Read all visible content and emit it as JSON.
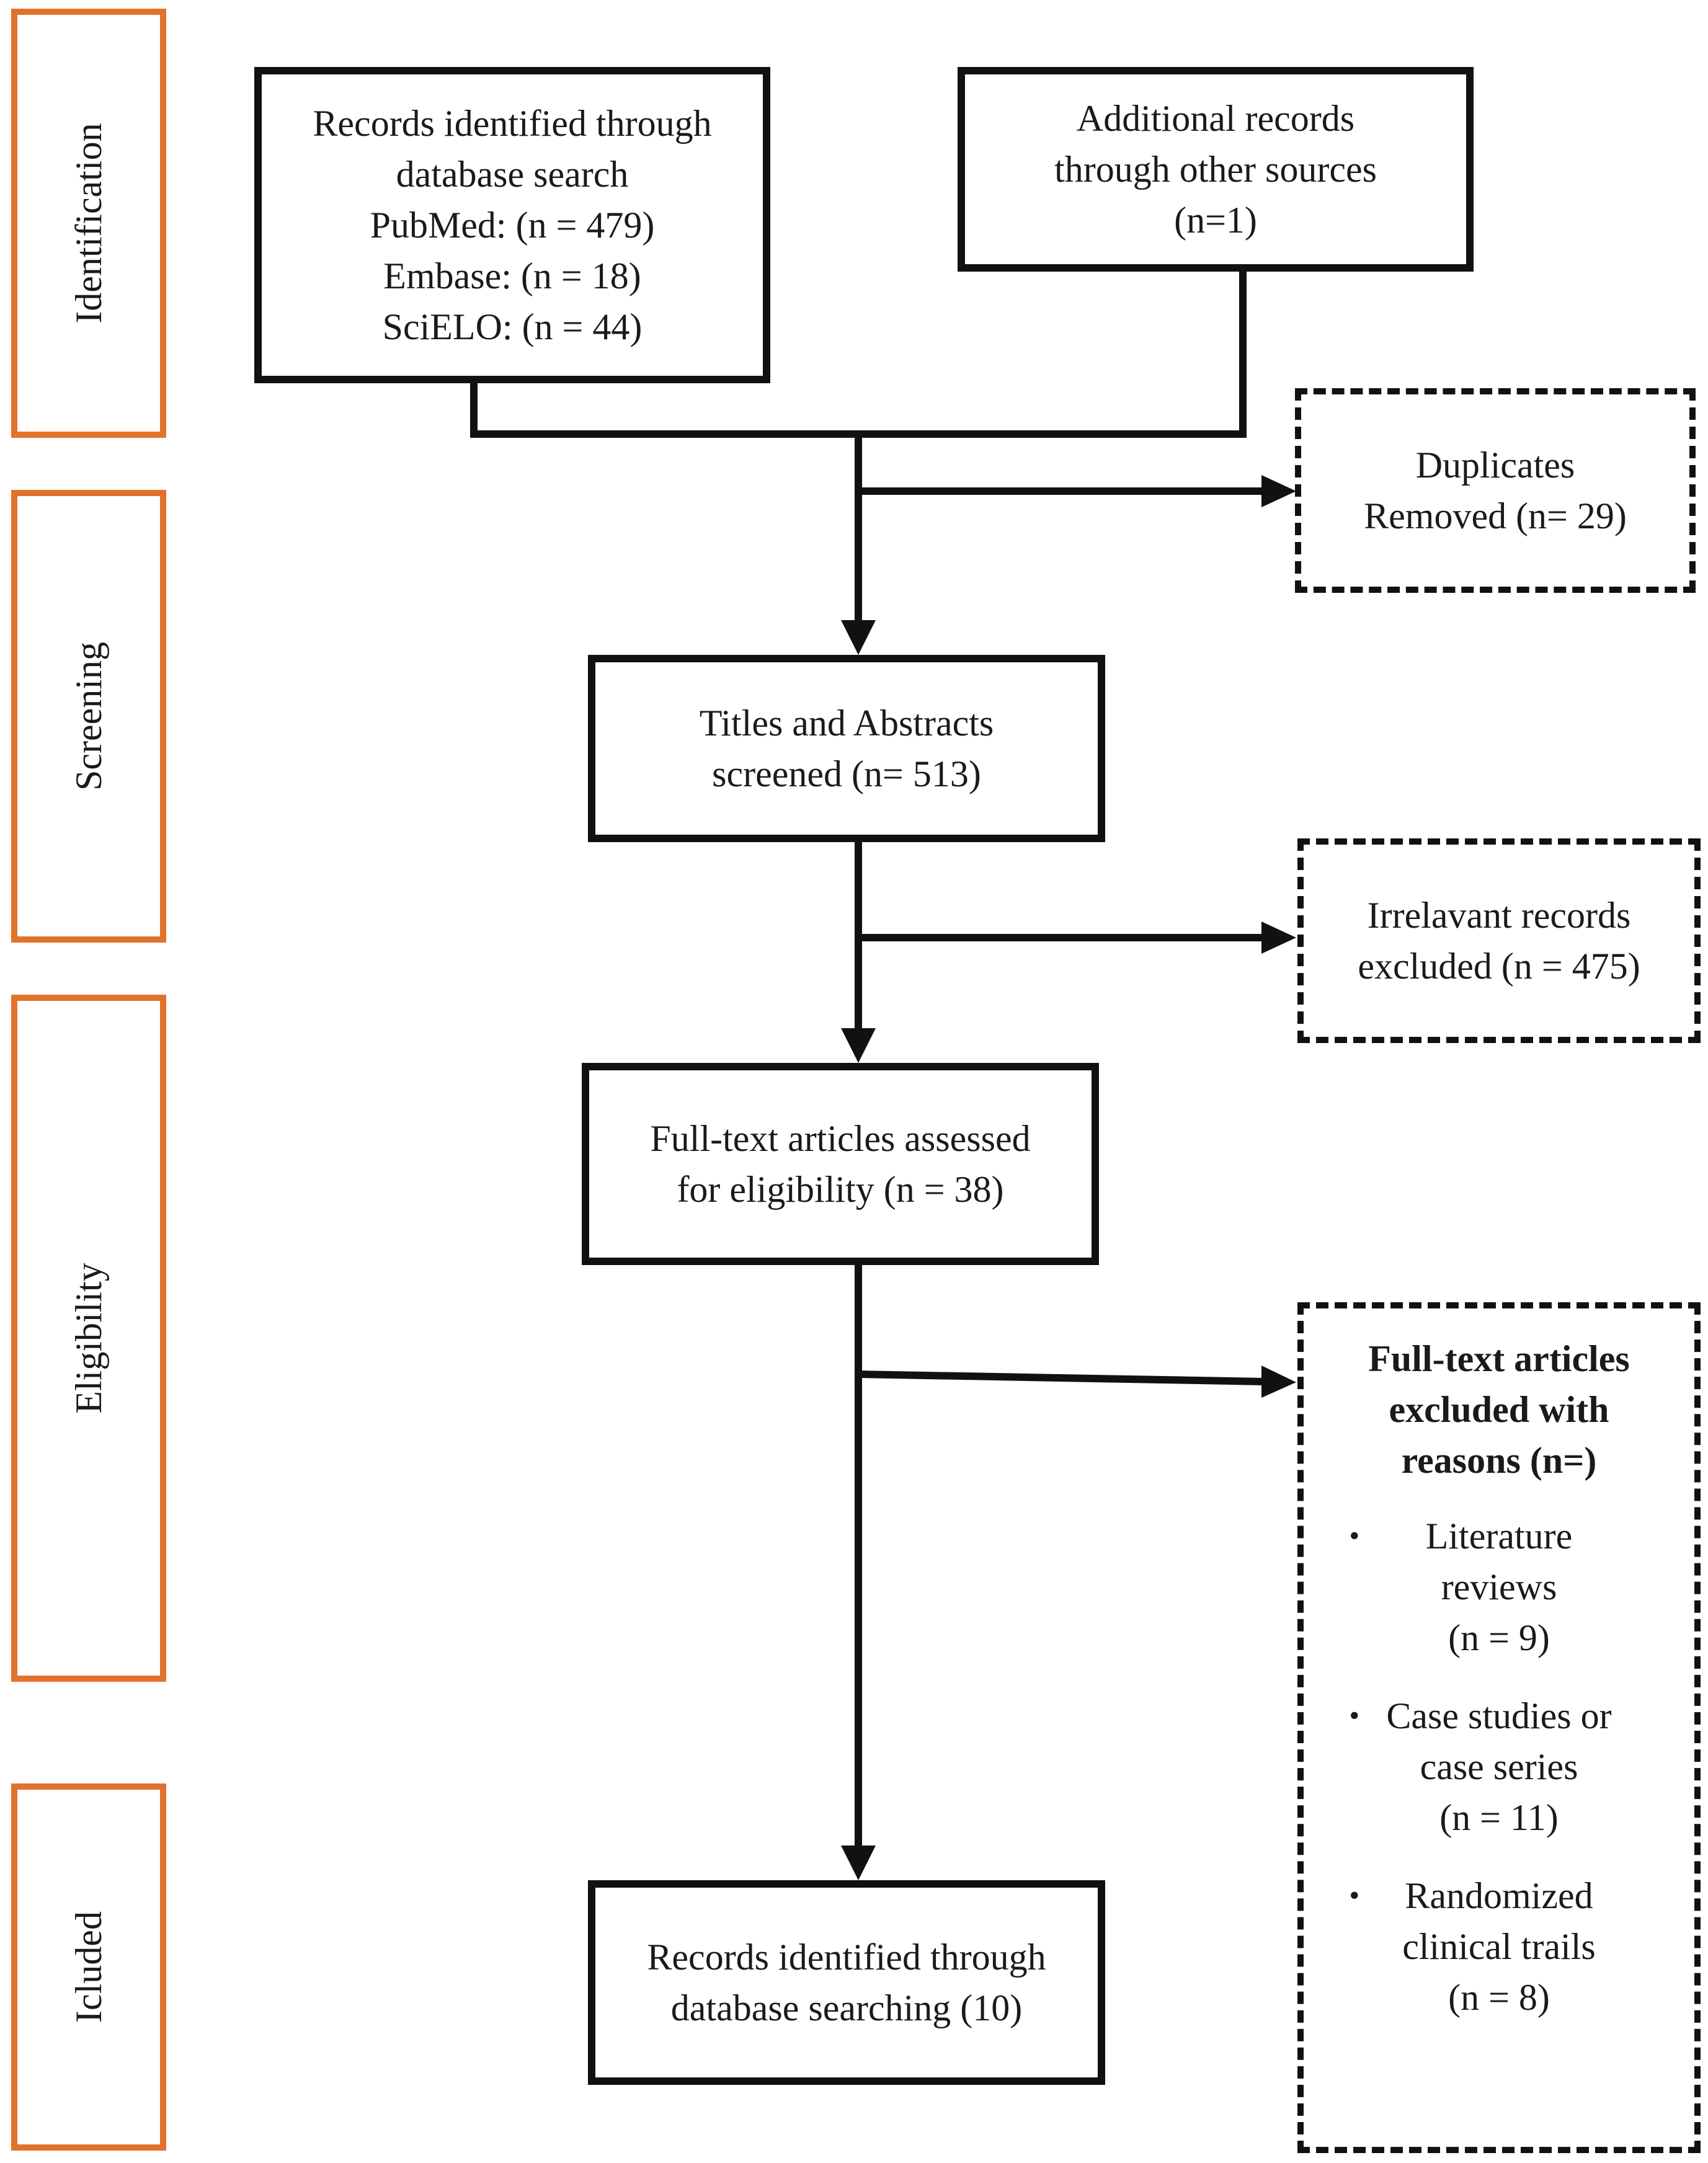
{
  "phases": {
    "identification": "Identification",
    "screening": "Screening",
    "eligibility": "Eligibility",
    "included": "Icluded"
  },
  "boxes": {
    "database_search": {
      "lines": [
        "Records identified through",
        "database search",
        "PubMed: (n = 479)",
        "Embase: (n = 18)",
        "SciELO: (n = 44)"
      ]
    },
    "other_sources": {
      "lines": [
        "Additional records",
        "through other sources",
        "(n=1)"
      ]
    },
    "duplicates": {
      "lines": [
        "Duplicates",
        "Removed (n= 29)"
      ]
    },
    "screened": {
      "lines": [
        "Titles and Abstracts",
        "screened (n= 513)"
      ]
    },
    "irrelevant": {
      "lines": [
        "Irrelavant records",
        "excluded (n = 475)"
      ]
    },
    "fulltext": {
      "lines": [
        "Full-text articles assessed",
        "for eligibility (n = 38)"
      ]
    },
    "excluded_reasons": {
      "title_lines": [
        "Full-text articles",
        "excluded with",
        "reasons (n=)"
      ],
      "bullet_glyph": "•",
      "items": [
        {
          "lines": [
            "Literature",
            "reviews",
            "(n = 9)"
          ]
        },
        {
          "lines": [
            "Case studies or",
            "case series",
            "(n = 11)"
          ]
        },
        {
          "lines": [
            "Randomized",
            "clinical trails",
            "(n = 8)"
          ]
        }
      ]
    },
    "included": {
      "lines": [
        "Records identified through",
        "database searching (10)"
      ]
    }
  },
  "colors": {
    "phase_border": "#e2722b",
    "line": "#111111"
  }
}
